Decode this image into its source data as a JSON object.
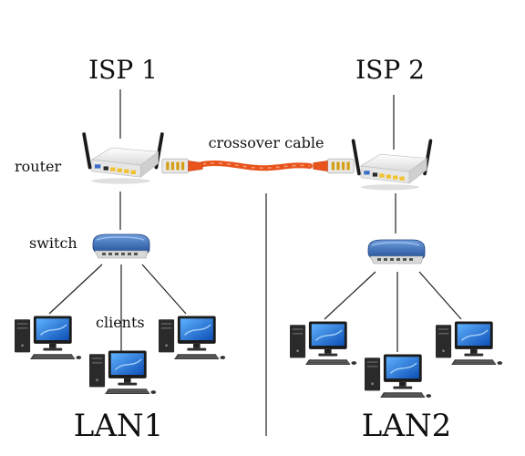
{
  "labels": {
    "isp1": "ISP 1",
    "isp2": "ISP 2",
    "crossover": "crossover cable",
    "router": "router",
    "switch": "switch",
    "clients": "clients",
    "lan1": "LAN1",
    "lan2": "LAN2"
  },
  "colors": {
    "line": "#222222",
    "cable": "#e8541c",
    "switch_blue": "#2b5fa8",
    "router_white": "#f2f2f2",
    "screen_blue": "#1f6fd6"
  },
  "icons": [
    "router-icon",
    "switch-icon",
    "desktop-computer-icon",
    "cable-connector-icon"
  ]
}
